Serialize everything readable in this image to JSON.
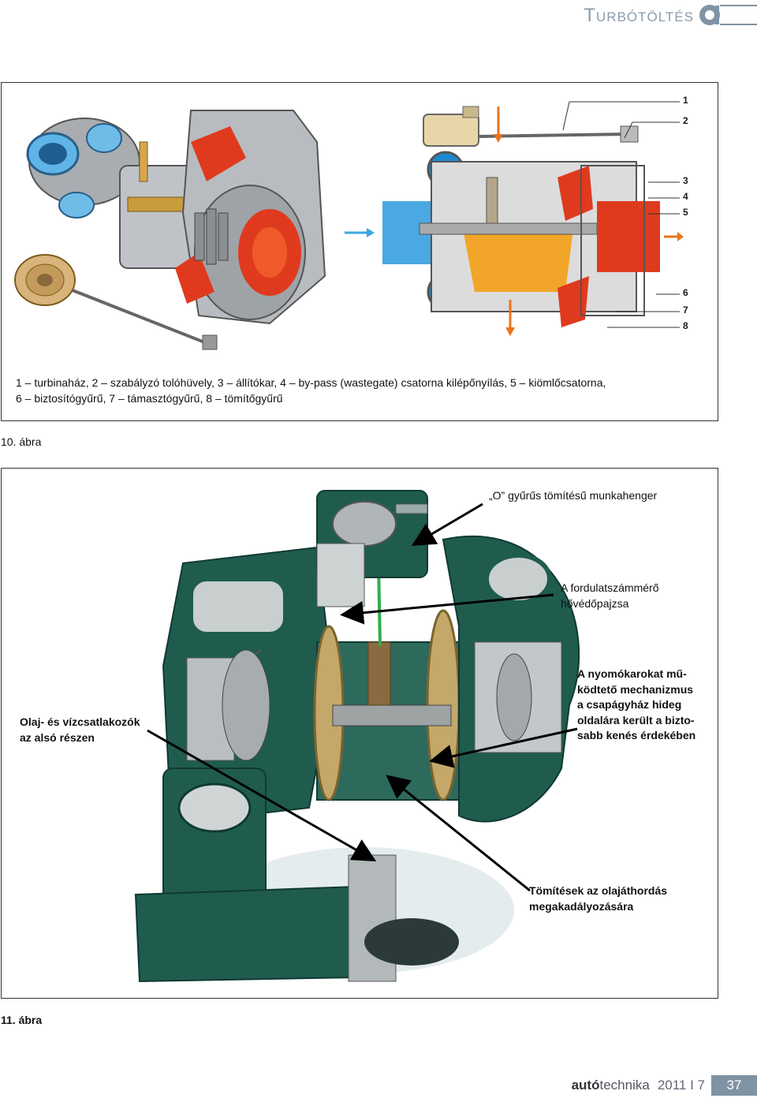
{
  "header": {
    "section_title": "Turbótöltés",
    "accent_color": "#7f93a5"
  },
  "figure10": {
    "part_numbers": [
      "1",
      "2",
      "3",
      "4",
      "5",
      "6",
      "7",
      "8"
    ],
    "caption_line1": "1 – turbinaház, 2 – szabályzó tolóhüvely, 3 – állítókar, 4 – by-pass (wastegate) csatorna kilépőnyílás, 5 – kiömlőcsatorna,",
    "caption_line2": "6 – biztosítógyűrű, 7 – támasztógyűrű, 8 – tömítőgyűrű",
    "label": "10. ábra"
  },
  "figure11": {
    "callouts": {
      "o_ring": "„O” gyűrűs tömítésű munkahenger",
      "speed_sensor_line1": "A fordulatszámmérő",
      "speed_sensor_line2": "hővédőpajzsa",
      "mechanism_line1": "A nyomókarokat mű-",
      "mechanism_line2": "ködtető mechanizmus",
      "mechanism_line3": "a csapágyház hideg",
      "mechanism_line4": "oldalára került a bizto-",
      "mechanism_line5": "sabb kenés érdekében",
      "oil_water_line1": "Olaj- és vízcsatlakozók",
      "oil_water_line2": "az alsó részen",
      "seals_line1": "Tömítések az olajáthordás",
      "seals_line2": "megakadályozására"
    },
    "label": "11. ábra"
  },
  "footer": {
    "brand_prefix": "autó",
    "brand_suffix": "technika",
    "issue": "2011 I 7",
    "page_number": "37"
  }
}
